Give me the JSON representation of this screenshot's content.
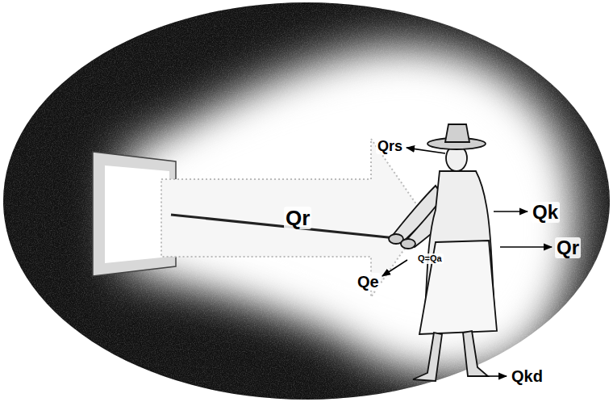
{
  "diagram": {
    "labels": [
      "Qrs",
      "Qk",
      "Qr",
      "Qr",
      "Q=Qa",
      "Qe",
      "Qkd"
    ]
  }
}
